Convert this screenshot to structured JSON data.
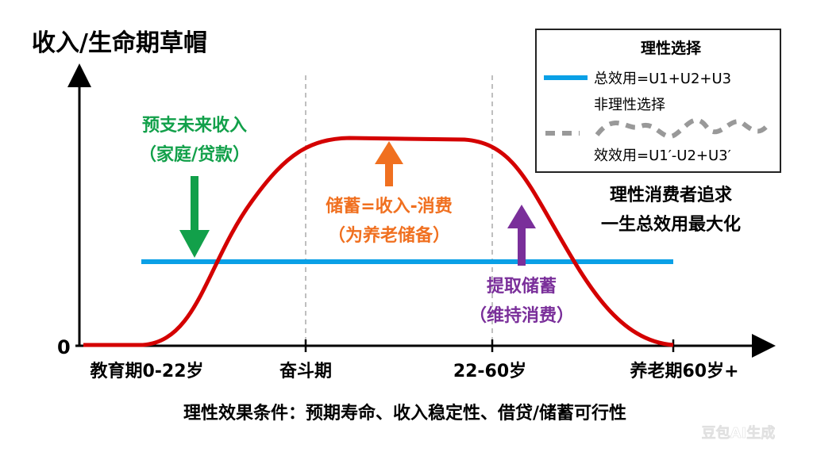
{
  "title": "收入/生命期草帽",
  "y_zero_label": "0",
  "legend": {
    "title": "理性选择",
    "rational_label": "总效用=U1+U2+U3",
    "irrational_title": "非理性选择",
    "irrational_label": "效效用=U1′-U2+U3′"
  },
  "annotations": {
    "borrow_line1": "预支未来收入",
    "borrow_line2": "（家庭/贷款）",
    "saving_line1": "储蓄=收入-消费",
    "saving_line2": "（为养老储备）",
    "withdraw_line1": "提取储蓄",
    "withdraw_line2": "（维持消费）",
    "goal_line1": "理性消费者追求",
    "goal_line2": "一生总效用最大化"
  },
  "x_ticks": [
    "教育期0-22岁",
    "奋斗期",
    "22-60岁",
    "养老期60岁+"
  ],
  "footer": "理性效果条件：预期寿命、收入稳定性、借贷/储蓄可行性",
  "watermark": "豆包AI生成",
  "colors": {
    "income_curve": "#d40000",
    "utility_line": "#0aa0e6",
    "green": "#12a04a",
    "orange": "#f07020",
    "purple": "#7a2f9a",
    "dashed": "#999999"
  }
}
